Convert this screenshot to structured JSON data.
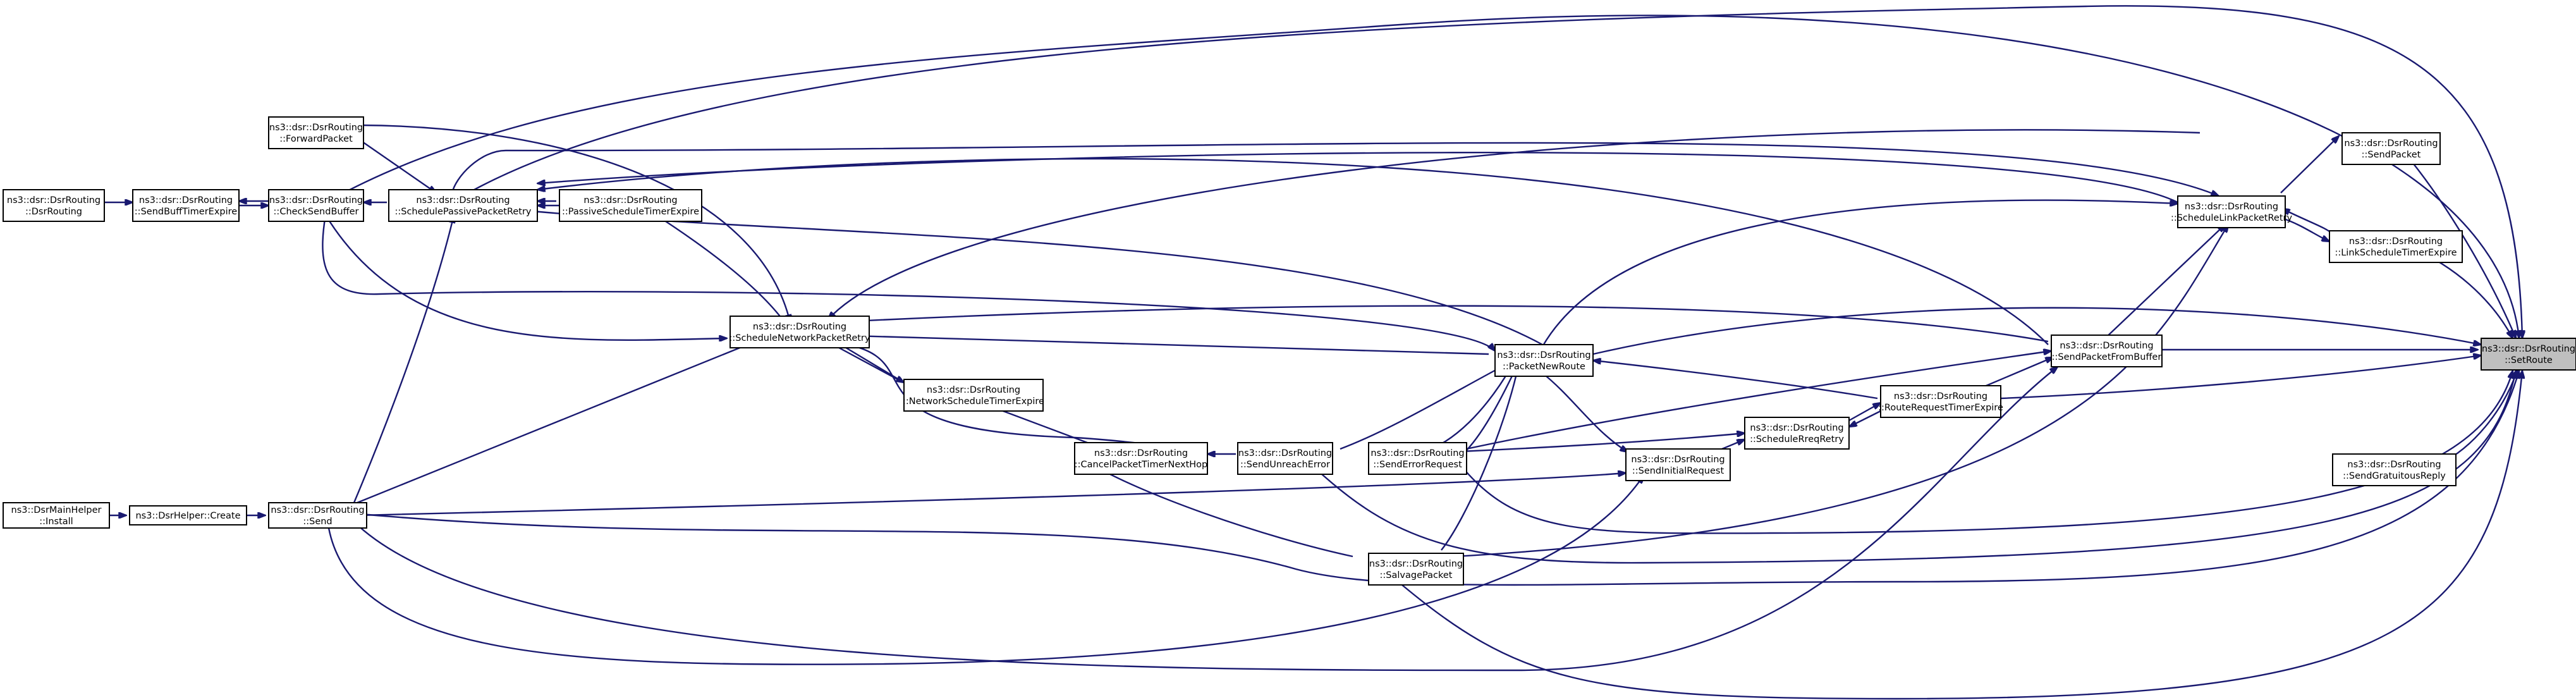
{
  "graph": {
    "edge_color": "#191970",
    "root_fill": "#bfbfbf",
    "nodes": {
      "setroute": [
        "ns3::dsr::DsrRouting",
        "::SetRoute"
      ],
      "sendpacket": [
        "ns3::dsr::DsrRouting",
        "::SendPacket"
      ],
      "linkschedtimer": [
        "ns3::dsr::DsrRouting",
        "::LinkScheduleTimerExpire"
      ],
      "gratuitous": [
        "ns3::dsr::DsrRouting",
        "::SendGratuitousReply"
      ],
      "schedlinkretry": [
        "ns3::dsr::DsrRouting",
        "::ScheduleLinkPacketRetry"
      ],
      "sendfrombuffer": [
        "ns3::dsr::DsrRouting",
        "::SendPacketFromBuffer"
      ],
      "routereqtimer": [
        "ns3::dsr::DsrRouting",
        "::RouteRequestTimerExpire"
      ],
      "schedreqretry": [
        "ns3::dsr::DsrRouting",
        "::ScheduleRreqRetry"
      ],
      "sendinitial": [
        "ns3::dsr::DsrRouting",
        "::SendInitialRequest"
      ],
      "packetnewroute": [
        "ns3::dsr::DsrRouting",
        "::PacketNewRoute"
      ],
      "senderror": [
        "ns3::dsr::DsrRouting",
        "::SendErrorRequest"
      ],
      "salvage": [
        "ns3::dsr::DsrRouting",
        "::SalvagePacket"
      ],
      "unreach": [
        "ns3::dsr::DsrRouting",
        "::SendUnreachError"
      ],
      "cancelnexthop": [
        "ns3::dsr::DsrRouting",
        "::CancelPacketTimerNextHop"
      ],
      "netschedtimer": [
        "ns3::dsr::DsrRouting",
        "::NetworkScheduleTimerExpire"
      ],
      "schednetretry": [
        "ns3::dsr::DsrRouting",
        "::ScheduleNetworkPacketRetry"
      ],
      "passivetimer": [
        "ns3::dsr::DsrRouting",
        "::PassiveScheduleTimerExpire"
      ],
      "schedpassive": [
        "ns3::dsr::DsrRouting",
        "::SchedulePassivePacketRetry"
      ],
      "checkbuffer": [
        "ns3::dsr::DsrRouting",
        "::CheckSendBuffer"
      ],
      "forward": [
        "ns3::dsr::DsrRouting",
        "::ForwardPacket"
      ],
      "sendbufftimer": [
        "ns3::dsr::DsrRouting",
        "::SendBuffTimerExpire"
      ],
      "dsrrouting": [
        "ns3::dsr::DsrRouting",
        "::DsrRouting"
      ],
      "send": [
        "ns3::dsr::DsrRouting",
        "::Send"
      ],
      "helpercreate": [
        "ns3::DsrHelper::Create"
      ],
      "mainhelper": [
        "ns3::DsrMainHelper",
        "::Install"
      ]
    }
  }
}
